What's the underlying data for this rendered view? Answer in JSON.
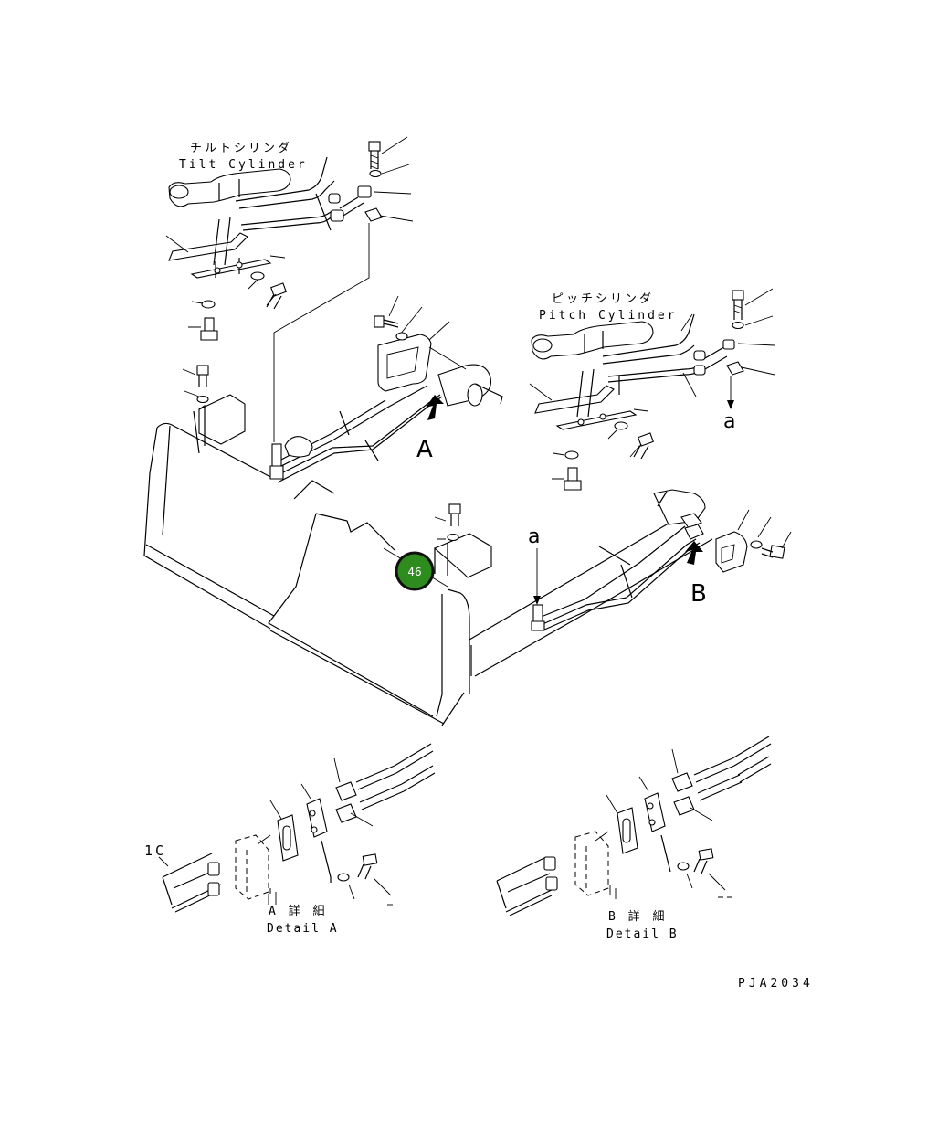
{
  "labels": {
    "tilt_jp": "チルトシリンダ",
    "tilt_en": "Tilt Cylinder",
    "pitch_jp": "ピッチシリンダ",
    "pitch_en": "Pitch Cylinder",
    "view_a": "A",
    "view_b": "B",
    "ref_a_upper": "a",
    "ref_a_lower": "a",
    "detail_a_jp": "A 詳 細",
    "detail_a_en": "Detail A",
    "detail_b_jp": "B 詳 細",
    "detail_b_en": "Detail B",
    "part_1c": "1C",
    "drawing_code": "PJA2034"
  },
  "hotspot": {
    "number": "46",
    "color": "#2e8b1e",
    "border": "#111111"
  }
}
